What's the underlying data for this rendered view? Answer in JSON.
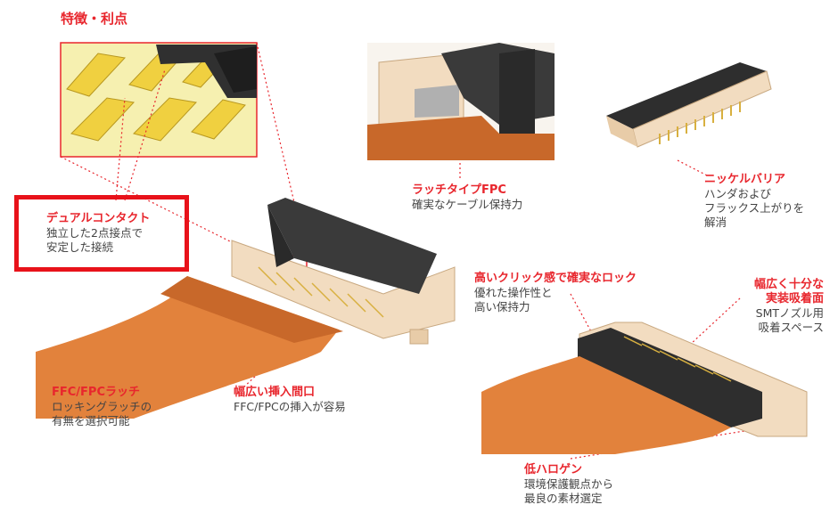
{
  "title": "特徴・利点",
  "features": [
    {
      "key": "dual",
      "title": "デュアルコンタクト",
      "desc": [
        "独立した2点接点で",
        "安定した接続"
      ]
    },
    {
      "key": "latch-type",
      "title": "ラッチタイプFPC",
      "desc": [
        "確実なケーブル保持力"
      ]
    },
    {
      "key": "nickel",
      "title": "ニッケルバリア",
      "desc": [
        "ハンダおよび",
        "フラックス上がりを",
        "解消"
      ]
    },
    {
      "key": "click",
      "title": "高いクリック感で確実なロック",
      "desc": [
        "優れた操作性と",
        "高い保持力"
      ]
    },
    {
      "key": "pickup",
      "title": "幅広く十分な\n実装吸着面",
      "title_lines": [
        "幅広く十分な",
        "実装吸着面"
      ],
      "desc": [
        "SMTノズル用",
        "吸着スペース"
      ]
    },
    {
      "key": "ffc-latch",
      "title": "FFC/FPCラッチ",
      "desc": [
        "ロッキングラッチの",
        "有無を選択可能"
      ]
    },
    {
      "key": "wide-entry",
      "title": "幅広い挿入間口",
      "desc": [
        "FFC/FPCの挿入が容易"
      ]
    },
    {
      "key": "halogen",
      "title": "低ハロゲン",
      "desc": [
        "環境保護観点から",
        "最良の素材選定"
      ]
    }
  ],
  "colors": {
    "accent": "#e8262d",
    "connector_body": "#f2dcc0",
    "actuator": "#3a3a3a",
    "pins": "#d8b040",
    "cable": "#e2823c"
  }
}
